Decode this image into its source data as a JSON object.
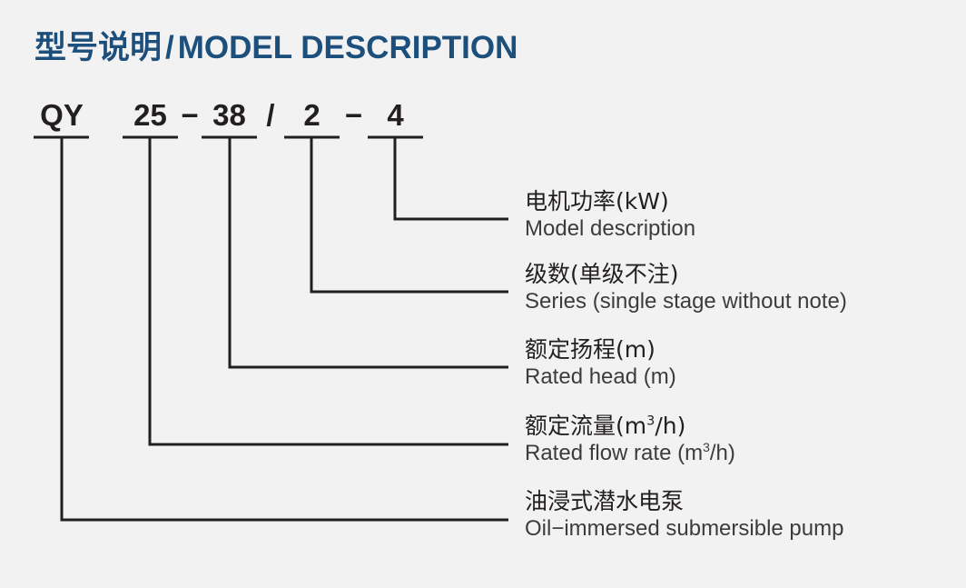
{
  "title": {
    "cn": "型号说明",
    "separator": "/",
    "en": "MODEL DESCRIPTION",
    "color": "#1d4f7c"
  },
  "background_color": "#f2f2f2",
  "line_color": "#231f20",
  "model_code": {
    "full": "QY 25-38 / 2 - 4",
    "tokens": [
      {
        "text": "QY",
        "type": "segment"
      },
      {
        "text": "25",
        "type": "segment"
      },
      {
        "text": "−",
        "type": "separator"
      },
      {
        "text": "38",
        "type": "segment"
      },
      {
        "text": "/",
        "type": "separator"
      },
      {
        "text": "2",
        "type": "segment"
      },
      {
        "text": "−",
        "type": "separator"
      },
      {
        "text": "4",
        "type": "segment"
      }
    ]
  },
  "callouts": [
    {
      "code_segment": "4",
      "cn": "电机功率(kW)",
      "en": "Model description",
      "en_has_superscript": false
    },
    {
      "code_segment": "2",
      "cn": "级数(单级不注)",
      "en": "Series (single stage without note)",
      "en_has_superscript": false
    },
    {
      "code_segment": "38",
      "cn": "额定扬程(m)",
      "en": "Rated head (m)",
      "en_has_superscript": false
    },
    {
      "code_segment": "25",
      "cn_pre": "额定流量(m",
      "cn_sup": "3",
      "cn_post": "/h)",
      "en_pre": "Rated flow rate (m",
      "en_sup": "3",
      "en_post": "/h)",
      "en_has_superscript": true
    },
    {
      "code_segment": "QY",
      "cn": "油浸式潜水电泵",
      "en": "Oil−immersed submersible pump",
      "en_has_superscript": false
    }
  ]
}
